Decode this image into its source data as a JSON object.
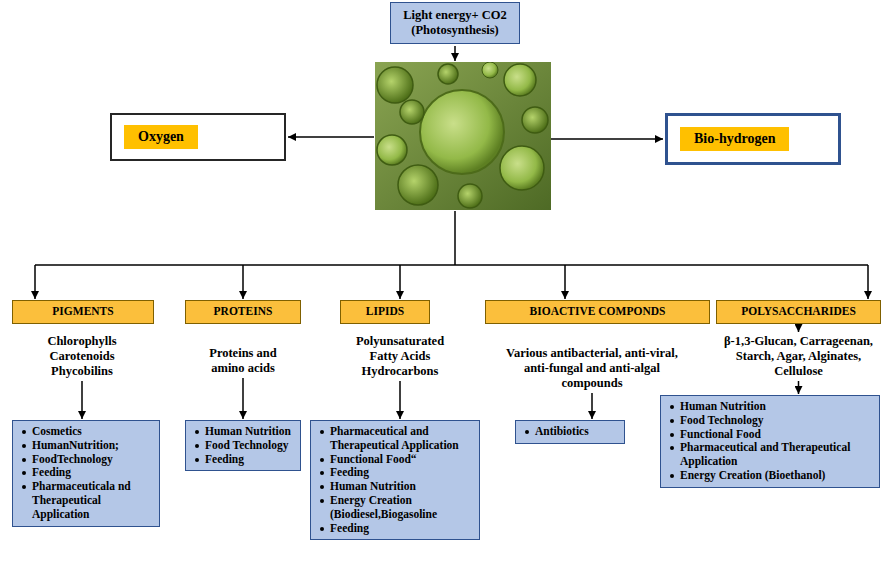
{
  "diagram": {
    "nodes": [
      {
        "text": [
          "Light energy+ CO2",
          "(Photosynthesis)"
        ]
      },
      {
        "text": [
          "Oxygen"
        ]
      },
      {
        "text": [
          "Bio-hydrogen"
        ]
      },
      {
        "text": [
          "PIGMENTS"
        ]
      },
      {
        "text": [
          "PROTEINS"
        ]
      },
      {
        "text": [
          "LIPIDS"
        ]
      },
      {
        "text": [
          "BIOACTIVE COMPONDS"
        ]
      },
      {
        "text": [
          "POLYSACCHARIDES"
        ]
      },
      {
        "text": [
          "Chlorophylls Carotenoids Phycobilins"
        ]
      },
      {
        "text": [
          "Proteins and amino acids"
        ]
      },
      {
        "text": [
          "Polyunsaturated Fatty Acids Hydrocarbons"
        ]
      },
      {
        "text": [
          "Various antibacterial, anti-viral, anti-fungal and anti-algal compounds"
        ]
      },
      {
        "text": [
          "β-1,3-Glucan, Carrageenan, Starch, Agar, Alginates, Cellulose"
        ]
      },
      {
        "text": [
          "Cosmetics",
          "HumanNutrition;",
          "FoodTechnology",
          "Feeding",
          "Pharmaceuticala nd Therapeutical Application"
        ]
      },
      {
        "text": [
          "Human Nutrition",
          "Food Technology",
          "Feeding"
        ]
      },
      {
        "text": [
          "Pharmaceutical and Therapeutical Application",
          "Functional Food“",
          "Feeding",
          "Human Nutrition",
          "Energy Creation (Biodiesel,Biogasoline",
          "Feeding"
        ]
      },
      {
        "text": [
          "Antibiotics"
        ]
      },
      {
        "text": [
          "Human Nutrition",
          "Food Technology",
          "Functional Food",
          "Pharmaceutical and Therapeutical Application",
          "Energy Creation (Bioethanol)"
        ]
      }
    ],
    "edges": [
      {
        "from": 7,
        "to": 12,
        "arrow": "to"
      },
      {
        "from": 8,
        "to": 13,
        "arrow": "to"
      },
      {
        "from": 9,
        "to": 14,
        "arrow": "to"
      },
      {
        "from": 10,
        "to": 15,
        "arrow": "to"
      },
      {
        "from": 11,
        "to": 16,
        "arrow": "to"
      },
      {
        "from": 12,
        "to": 17,
        "arrow": "to"
      }
    ]
  }
}
